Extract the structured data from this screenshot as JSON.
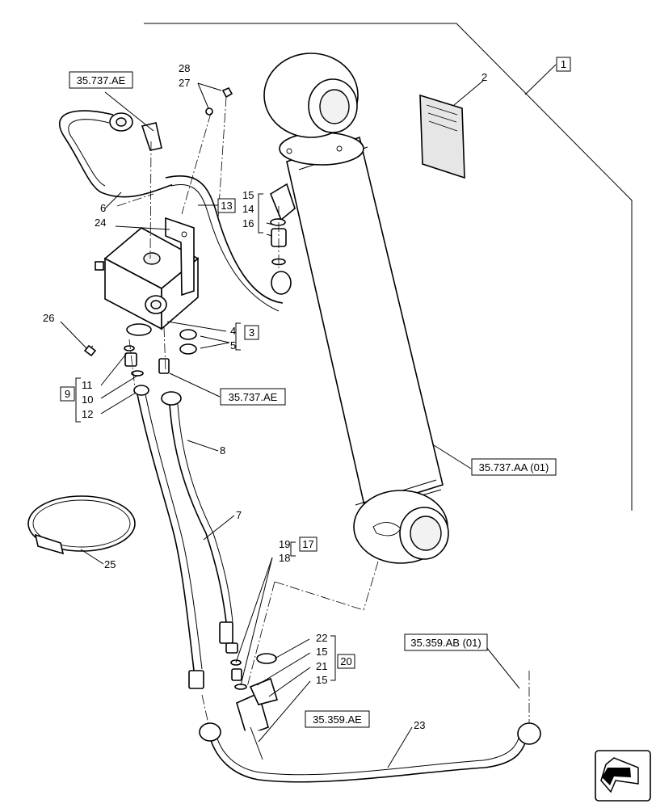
{
  "callouts": {
    "c1": "1",
    "c2": "2",
    "c3": "3",
    "c4": "4",
    "c5": "5",
    "c6": "6",
    "c7": "7",
    "c8": "8",
    "c9": "9",
    "c10": "10",
    "c11": "11",
    "c12": "12",
    "c13": "13",
    "c14": "14",
    "c15a": "15",
    "c15b": "15",
    "c15c": "15",
    "c16": "16",
    "c17": "17",
    "c18": "18",
    "c19": "19",
    "c20": "20",
    "c21": "21",
    "c22": "22",
    "c23": "23",
    "c24": "24",
    "c25": "25",
    "c26": "26",
    "c27": "27",
    "c28": "28"
  },
  "refs": {
    "ref_top_left": "35.737.AE",
    "ref_mid_left": "35.737.AE",
    "ref_cylinder": "35.737.AA (01)",
    "ref_pipe_right": "35.359.AB (01)",
    "ref_pipe_left": "35.359.AE"
  },
  "colors": {
    "line": "#000000",
    "background": "#ffffff",
    "light_fill": "#f2f2f2"
  },
  "icons": {
    "nav_arrow": "arrow-down-left-icon"
  }
}
